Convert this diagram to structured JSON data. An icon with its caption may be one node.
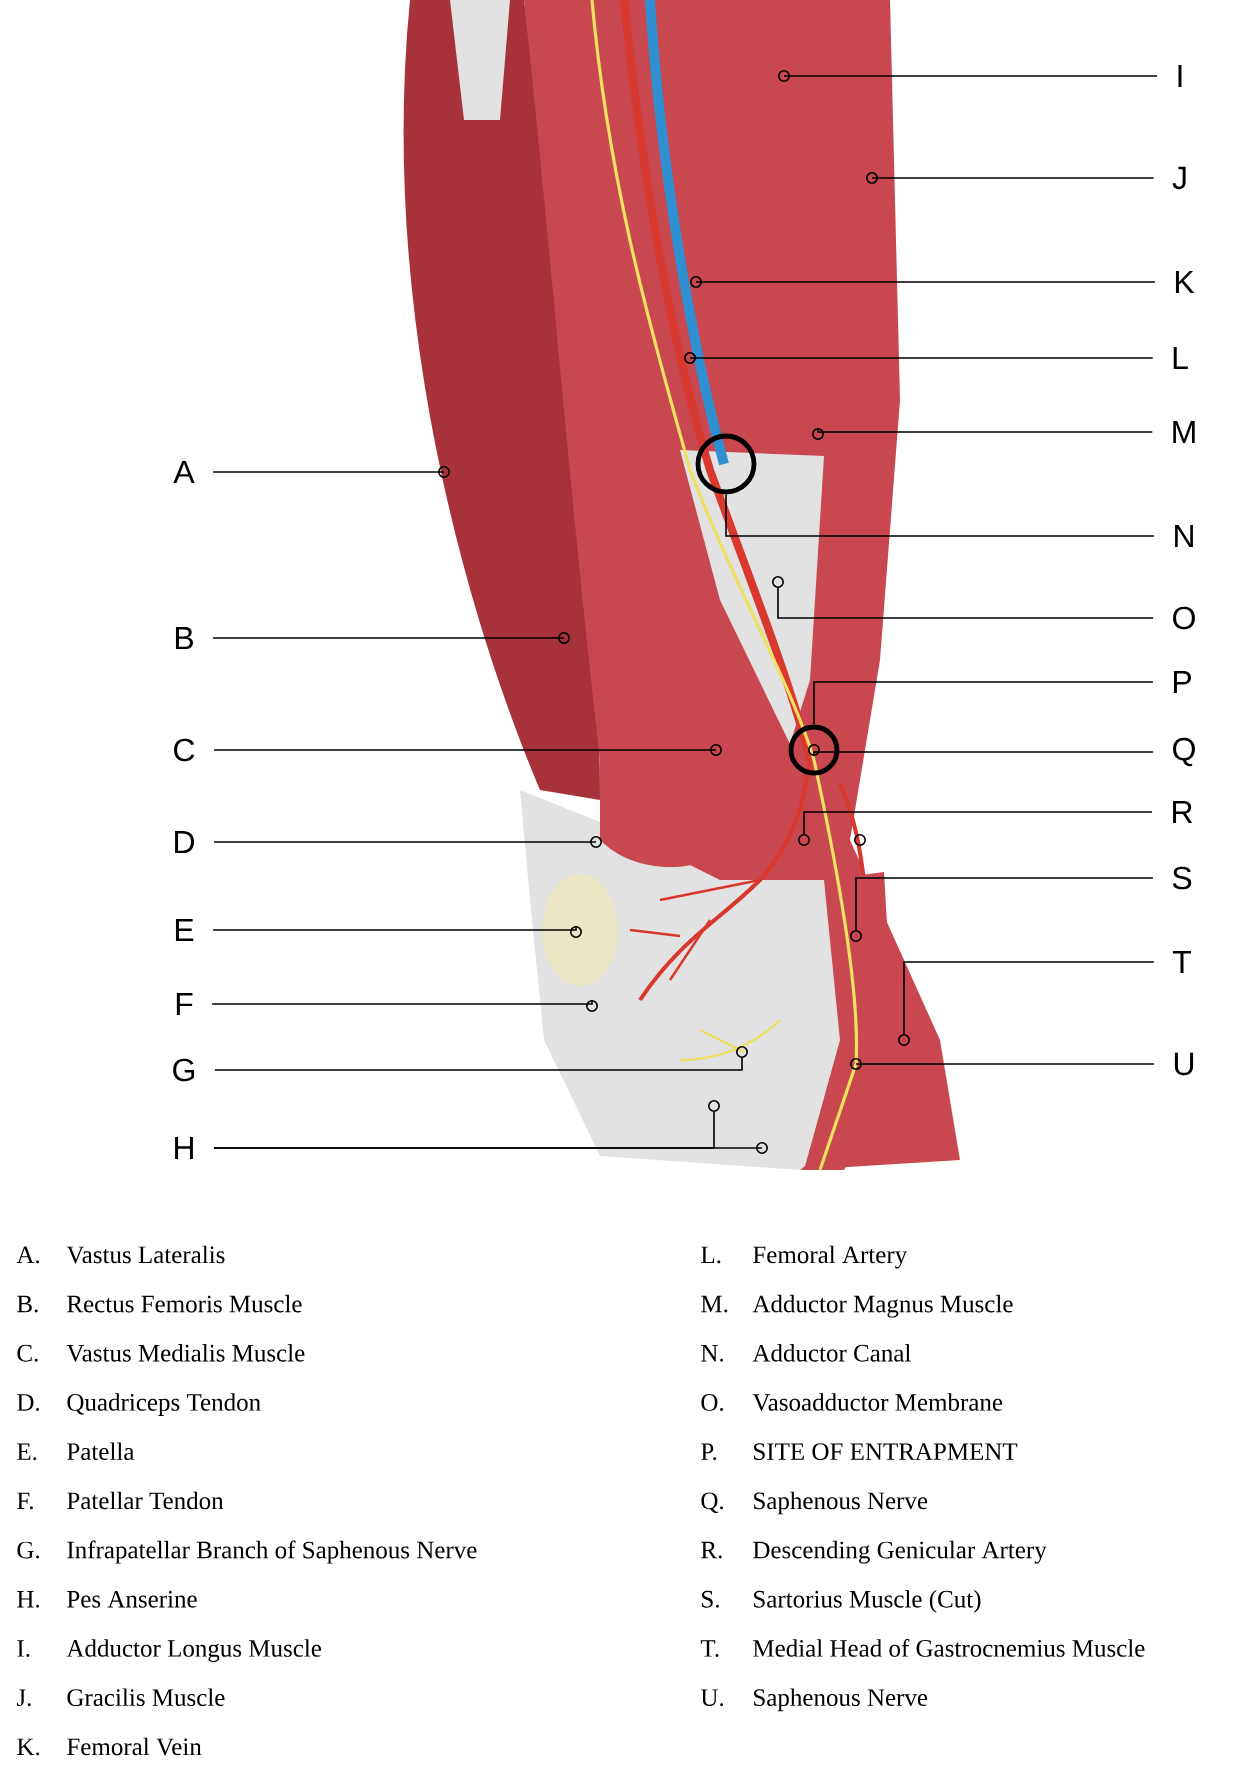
{
  "diagram": {
    "nodes": [
      {
        "text": [
          "A"
        ]
      },
      {
        "text": [
          "B"
        ]
      },
      {
        "text": [
          "C"
        ]
      },
      {
        "text": [
          "D"
        ]
      },
      {
        "text": [
          "E"
        ]
      },
      {
        "text": [
          "F"
        ]
      },
      {
        "text": [
          "G"
        ]
      },
      {
        "text": [
          "H"
        ]
      },
      {
        "text": [
          "I"
        ]
      },
      {
        "text": [
          "J"
        ]
      },
      {
        "text": [
          "K"
        ]
      },
      {
        "text": [
          "L"
        ]
      },
      {
        "text": [
          "M"
        ]
      },
      {
        "text": [
          "N"
        ]
      },
      {
        "text": [
          "O"
        ]
      },
      {
        "text": [
          "P"
        ]
      },
      {
        "text": [
          "Q"
        ]
      },
      {
        "text": [
          "R"
        ]
      },
      {
        "text": [
          "S"
        ]
      },
      {
        "text": [
          "T"
        ]
      },
      {
        "text": [
          "U"
        ]
      },
      {
        "text": [],
        "shape": "circle"
      },
      {
        "text": [],
        "shape": "circle"
      },
      {
        "text": [],
        "shape": "circle"
      },
      {
        "text": [],
        "shape": "circle"
      },
      {
        "text": [],
        "shape": "circle"
      },
      {
        "text": [],
        "shape": "circle"
      },
      {
        "text": [],
        "shape": "circle"
      },
      {
        "text": [],
        "shape": "circle"
      },
      {
        "text": [],
        "shape": "circle"
      },
      {
        "text": [],
        "shape": "circle"
      },
      {
        "text": [],
        "shape": "circle"
      },
      {
        "text": [],
        "shape": "circle"
      },
      {
        "text": [],
        "shape": "circle"
      },
      {
        "text": [],
        "shape": "circle"
      },
      {
        "text": [],
        "shape": "circle"
      },
      {
        "text": [],
        "shape": "circle"
      },
      {
        "text": [],
        "shape": "circle"
      },
      {
        "text": [],
        "shape": "circle",
        "in": 37
      },
      {
        "text": [],
        "shape": "circle"
      },
      {
        "text": [],
        "shape": "circle"
      },
      {
        "text": [],
        "shape": "circle"
      },
      {
        "text": [],
        "shape": "circle"
      },
      {
        "text": [],
        "shape": "circle"
      }
    ],
    "edges": [
      {
        "from": 0,
        "to": 21,
        "arrow": "none"
      },
      {
        "from": 1,
        "to": 22,
        "arrow": "none"
      },
      {
        "from": 2,
        "to": 23,
        "arrow": "none"
      },
      {
        "from": 3,
        "to": 24,
        "arrow": "none"
      },
      {
        "from": 4,
        "to": 25,
        "arrow": "none"
      },
      {
        "from": 5,
        "to": 26,
        "arrow": "none"
      },
      {
        "from": 6,
        "to": 27,
        "arrow": "none"
      },
      {
        "from": 7,
        "to": 28,
        "arrow": "none"
      },
      {
        "from": 7,
        "to": 29,
        "arrow": "none"
      },
      {
        "from": 8,
        "to": 30,
        "arrow": "none"
      },
      {
        "from": 9,
        "to": 31,
        "arrow": "none"
      },
      {
        "from": 10,
        "to": 32,
        "arrow": "none"
      },
      {
        "from": 11,
        "to": 33,
        "arrow": "none"
      },
      {
        "from": 12,
        "to": 34,
        "arrow": "none"
      },
      {
        "from": 13,
        "to": 35,
        "arrow": "none"
      },
      {
        "from": 14,
        "to": 36,
        "arrow": "none"
      },
      {
        "from": 15,
        "to": 37,
        "arrow": "none"
      },
      {
        "from": 16,
        "to": 38,
        "arrow": "none"
      },
      {
        "from": 17,
        "to": 39,
        "arrow": "none"
      },
      {
        "from": 18,
        "to": 41,
        "arrow": "none"
      },
      {
        "from": 19,
        "to": 42,
        "arrow": "none"
      },
      {
        "from": 20,
        "to": 43,
        "arrow": "none"
      }
    ],
    "labels": [
      "A.",
      "Vastus Lateralis",
      "L.",
      "Femoral Artery",
      "B.",
      "Rectus Femoris Muscle",
      "M.",
      "Adductor Magnus Muscle",
      "C.",
      "Vastus Medialis Muscle",
      "N.",
      "Adductor Canal",
      "D.",
      "Quadriceps Tendon",
      "O.",
      "Vasoadductor Membrane",
      "E.",
      "Patella",
      "P.",
      "SITE OF ENTRAPMENT",
      "F.",
      "Patellar Tendon",
      "Q.",
      "Saphenous Nerve",
      "G.",
      "Infrapatellar Branch of Saphenous Nerve",
      "R.",
      "Descending Genicular Artery",
      "H.",
      "Pes Anserine",
      "S.",
      "Sartorius Muscle (Cut)",
      "I.",
      "Adductor Longus Muscle",
      "T.",
      "Medial Head of Gastrocnemius Muscle",
      "J.",
      "Gracilis Muscle",
      "U.",
      "Saphenous Nerve",
      "K.",
      "Femoral Vein"
    ]
  }
}
